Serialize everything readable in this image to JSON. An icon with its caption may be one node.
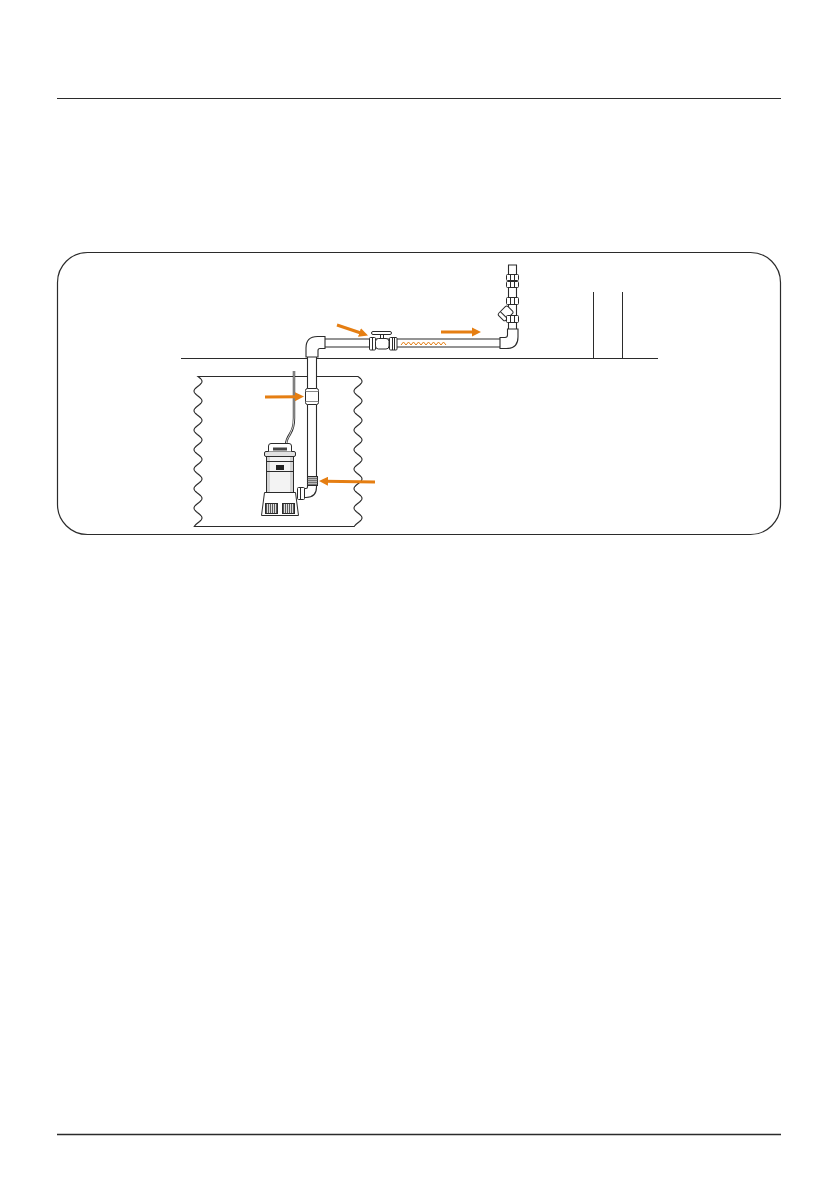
{
  "diagram": {
    "nodes": [
      {
        "text": [],
        "shape": "picture"
      },
      {
        "text": [],
        "shape": "picture"
      },
      {
        "text": [],
        "shape": "picture"
      }
    ],
    "edges": [
      {
        "from": null,
        "to": 0,
        "arrow": "to"
      },
      {
        "from": null,
        "to": 1,
        "arrow": "to"
      },
      {
        "from": null,
        "to": 2,
        "arrow": "to"
      }
    ]
  }
}
